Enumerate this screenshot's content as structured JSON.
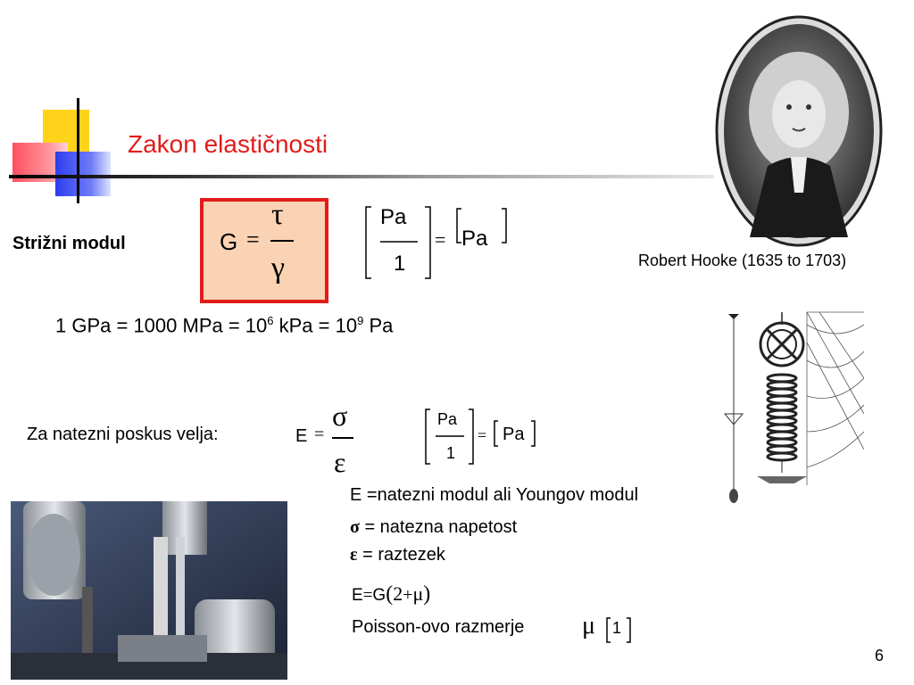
{
  "title": "Zakon elastičnosti",
  "shear": {
    "label": "Strižni modul",
    "lhs": "G",
    "eq": "=",
    "numerator": "τ",
    "denominator": "γ",
    "unit_num": "Pa",
    "unit_den": "1",
    "unit_result": "Pa"
  },
  "portrait_caption": "Robert Hooke (1635 to 1703)",
  "conversion": {
    "part1": "1 GPa = 1000 MPa = 10",
    "exp1": "6",
    "part2": " kPa = 10",
    "exp2": "9",
    "part3": " Pa"
  },
  "tensile": {
    "label": "Za natezni poskus velja:",
    "lhs": "E",
    "eq": "=",
    "numerator": "σ",
    "denominator": "ε",
    "unit_num": "Pa",
    "unit_den": "1",
    "unit_result": "Pa"
  },
  "definitions": {
    "e_symbol": "E",
    "e_text": " =natezni modul ali Youngov modul",
    "sigma_symbol": "σ",
    "sigma_text": " = natezna napetost",
    "epsilon_symbol": "ε",
    "epsilon_text": " = raztezek",
    "relation_e": "E",
    "relation_eq": "=",
    "relation_g": "G",
    "relation_open": "(",
    "relation_two": "2",
    "relation_plus": "+",
    "relation_mu": "μ",
    "relation_close": ")",
    "poisson_text": "Poisson-ovo razmerje",
    "poisson_symbol": "μ",
    "poisson_unit": "1"
  },
  "page_number": "6",
  "colors": {
    "title": "#e31b1b",
    "box_fill": "#fad3b4",
    "box_border": "#e31b1b"
  }
}
